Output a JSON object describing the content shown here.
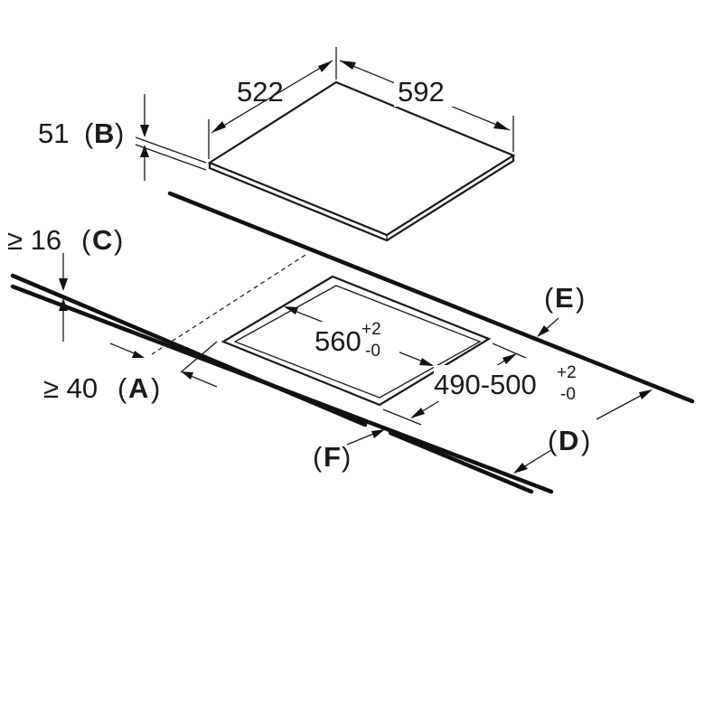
{
  "diagram": {
    "hob_depth": "522",
    "hob_width": "592",
    "hob_height": "51",
    "label_b": "B",
    "min_thickness": "≥ 16",
    "label_c": "C",
    "min_front_distance": "≥ 40",
    "label_a": "A",
    "cutout_width": "560",
    "cutout_width_tol_plus": "+2",
    "cutout_width_tol_minus": "-0",
    "cutout_depth": "490-500",
    "cutout_depth_tol_plus": "+2",
    "cutout_depth_tol_minus": "-0",
    "label_d": "D",
    "label_e": "E",
    "label_f": "F"
  }
}
